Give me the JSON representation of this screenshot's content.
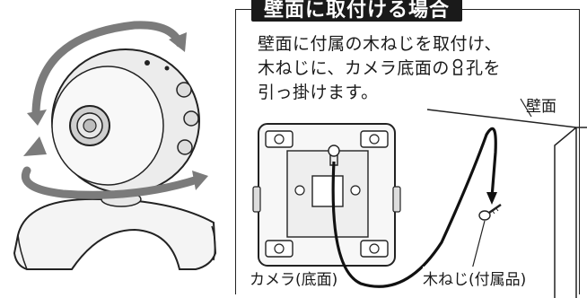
{
  "panel": {
    "title": "壁面に取付ける場合",
    "instructions": [
      "壁面に付属の木ねじを取付け、",
      "木ねじに、カメラ底面の",
      "孔を",
      "引っ掛けます。"
    ]
  },
  "labels": {
    "wall": "壁面",
    "camera_bottom": "カメラ(底面)",
    "wood_screw": "木ねじ(付属品)"
  }
}
